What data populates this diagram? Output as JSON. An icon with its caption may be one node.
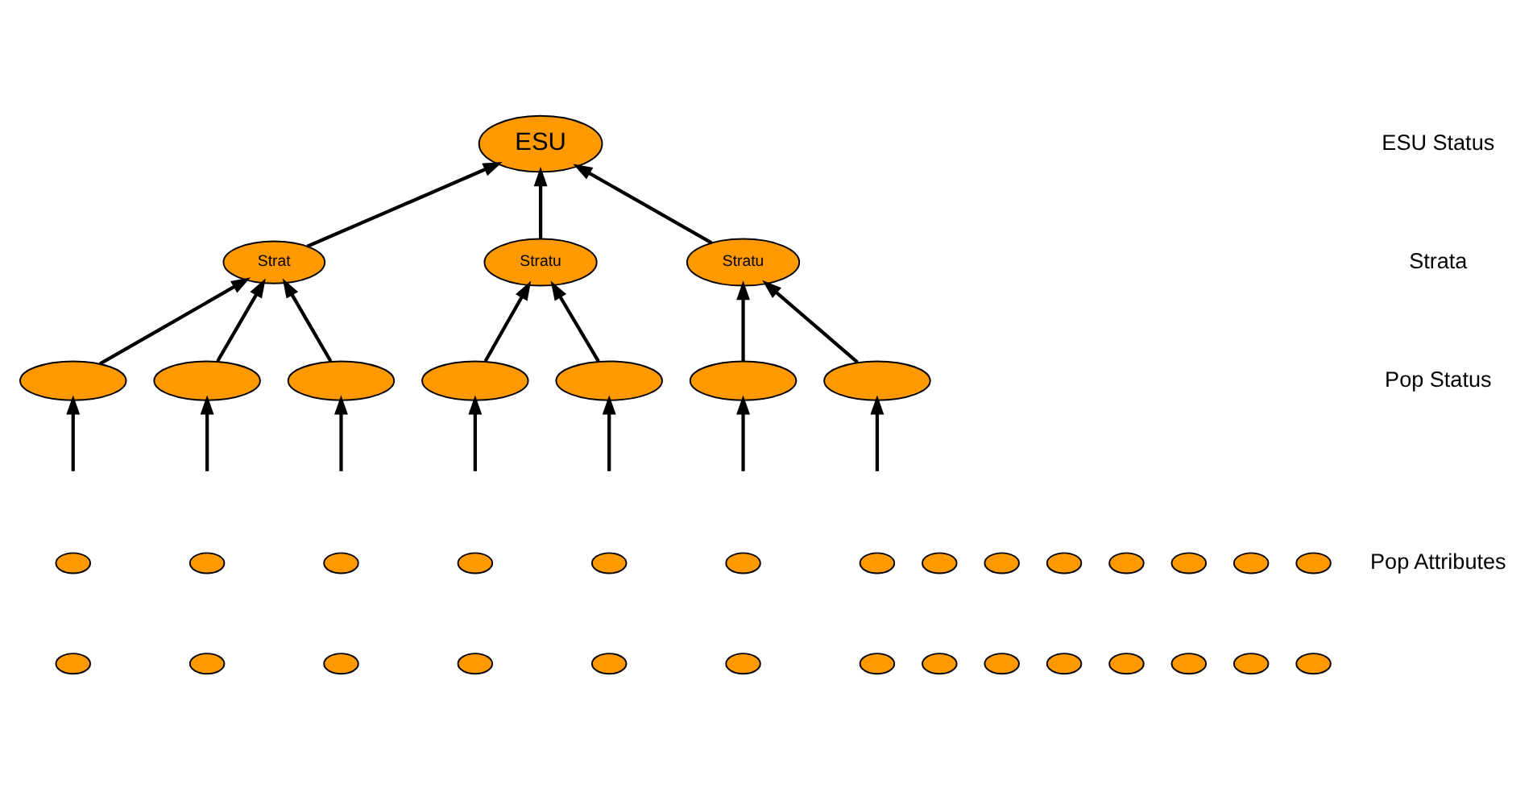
{
  "diagram": {
    "nodes": [
      {
        "text": [
          "ESU"
        ]
      },
      {
        "text": [
          "Strat"
        ]
      },
      {
        "text": [
          "Stratu"
        ]
      },
      {
        "text": [
          "Stratu"
        ]
      },
      {
        "text": [],
        "shape": "ellipse"
      },
      {
        "text": [],
        "shape": "ellipse"
      },
      {
        "text": [],
        "shape": "ellipse"
      },
      {
        "text": [],
        "shape": "ellipse"
      },
      {
        "text": [],
        "shape": "ellipse"
      },
      {
        "text": [],
        "shape": "ellipse"
      },
      {
        "text": [],
        "shape": "ellipse"
      },
      {
        "text": [],
        "shape": "ellipse"
      },
      {
        "text": [],
        "shape": "ellipse"
      },
      {
        "text": [],
        "shape": "ellipse"
      },
      {
        "text": [],
        "shape": "ellipse"
      },
      {
        "text": [],
        "shape": "ellipse"
      },
      {
        "text": [],
        "shape": "ellipse"
      },
      {
        "text": [],
        "shape": "ellipse"
      },
      {
        "text": [],
        "shape": "ellipse"
      },
      {
        "text": [],
        "shape": "ellipse"
      },
      {
        "text": [],
        "shape": "ellipse"
      },
      {
        "text": [],
        "shape": "ellipse"
      },
      {
        "text": [],
        "shape": "ellipse"
      },
      {
        "text": [],
        "shape": "ellipse"
      },
      {
        "text": [],
        "shape": "ellipse"
      },
      {
        "text": [],
        "shape": "ellipse"
      },
      {
        "text": [],
        "shape": "ellipse"
      },
      {
        "text": [],
        "shape": "ellipse"
      },
      {
        "text": [],
        "shape": "ellipse"
      },
      {
        "text": [],
        "shape": "ellipse"
      },
      {
        "text": [],
        "shape": "ellipse"
      },
      {
        "text": [],
        "shape": "ellipse"
      },
      {
        "text": [],
        "shape": "ellipse"
      },
      {
        "text": [],
        "shape": "ellipse"
      },
      {
        "text": [],
        "shape": "ellipse"
      },
      {
        "text": [],
        "shape": "ellipse"
      },
      {
        "text": [],
        "shape": "ellipse"
      },
      {
        "text": [],
        "shape": "ellipse"
      },
      {
        "text": [],
        "shape": "ellipse"
      }
    ],
    "edges": [
      {
        "from": 1,
        "to": 0,
        "arrow": "to"
      },
      {
        "from": 2,
        "to": 0,
        "arrow": "to"
      },
      {
        "from": 3,
        "to": 0,
        "arrow": "to"
      },
      {
        "from": 4,
        "to": 1,
        "arrow": "to"
      },
      {
        "from": 5,
        "to": 1,
        "arrow": "to"
      },
      {
        "from": 6,
        "to": 1,
        "arrow": "to"
      },
      {
        "from": 7,
        "to": 2,
        "arrow": "to"
      },
      {
        "from": 8,
        "to": 2,
        "arrow": "to"
      },
      {
        "from": 9,
        "to": 3,
        "arrow": "to"
      },
      {
        "from": 10,
        "to": 3,
        "arrow": "to"
      },
      {
        "from": null,
        "to": 4,
        "arrow": "to"
      },
      {
        "from": null,
        "to": 5,
        "arrow": "to"
      },
      {
        "from": null,
        "to": 6,
        "arrow": "to"
      },
      {
        "from": null,
        "to": 7,
        "arrow": "to"
      },
      {
        "from": null,
        "to": 8,
        "arrow": "to"
      },
      {
        "from": null,
        "to": 9,
        "arrow": "to"
      },
      {
        "from": null,
        "to": 10,
        "arrow": "to"
      }
    ],
    "labels": [
      "ESU Status",
      "Strata",
      "Pop Status",
      "Pop Attributes"
    ]
  }
}
